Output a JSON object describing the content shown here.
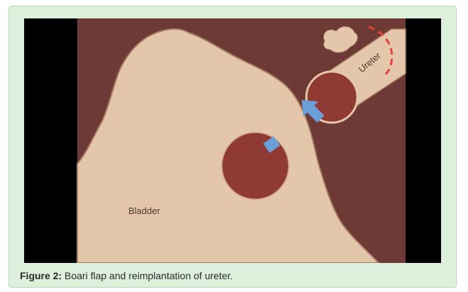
{
  "figure": {
    "caption_label": "Figure 2:",
    "caption_text": " Boari flap and reimplantation of ureter.",
    "diagram": {
      "bladder_label": "Bladder",
      "ureter_label": "Ureter",
      "colors": {
        "background": "#6e3a35",
        "tissue": "#e4c7aa",
        "tissue_edge": "#a57c62",
        "lumen": "#8f3a33",
        "arrow": "#6a9fd8",
        "dashed_mark": "#e8413c",
        "letterbox": "#000000"
      }
    }
  }
}
